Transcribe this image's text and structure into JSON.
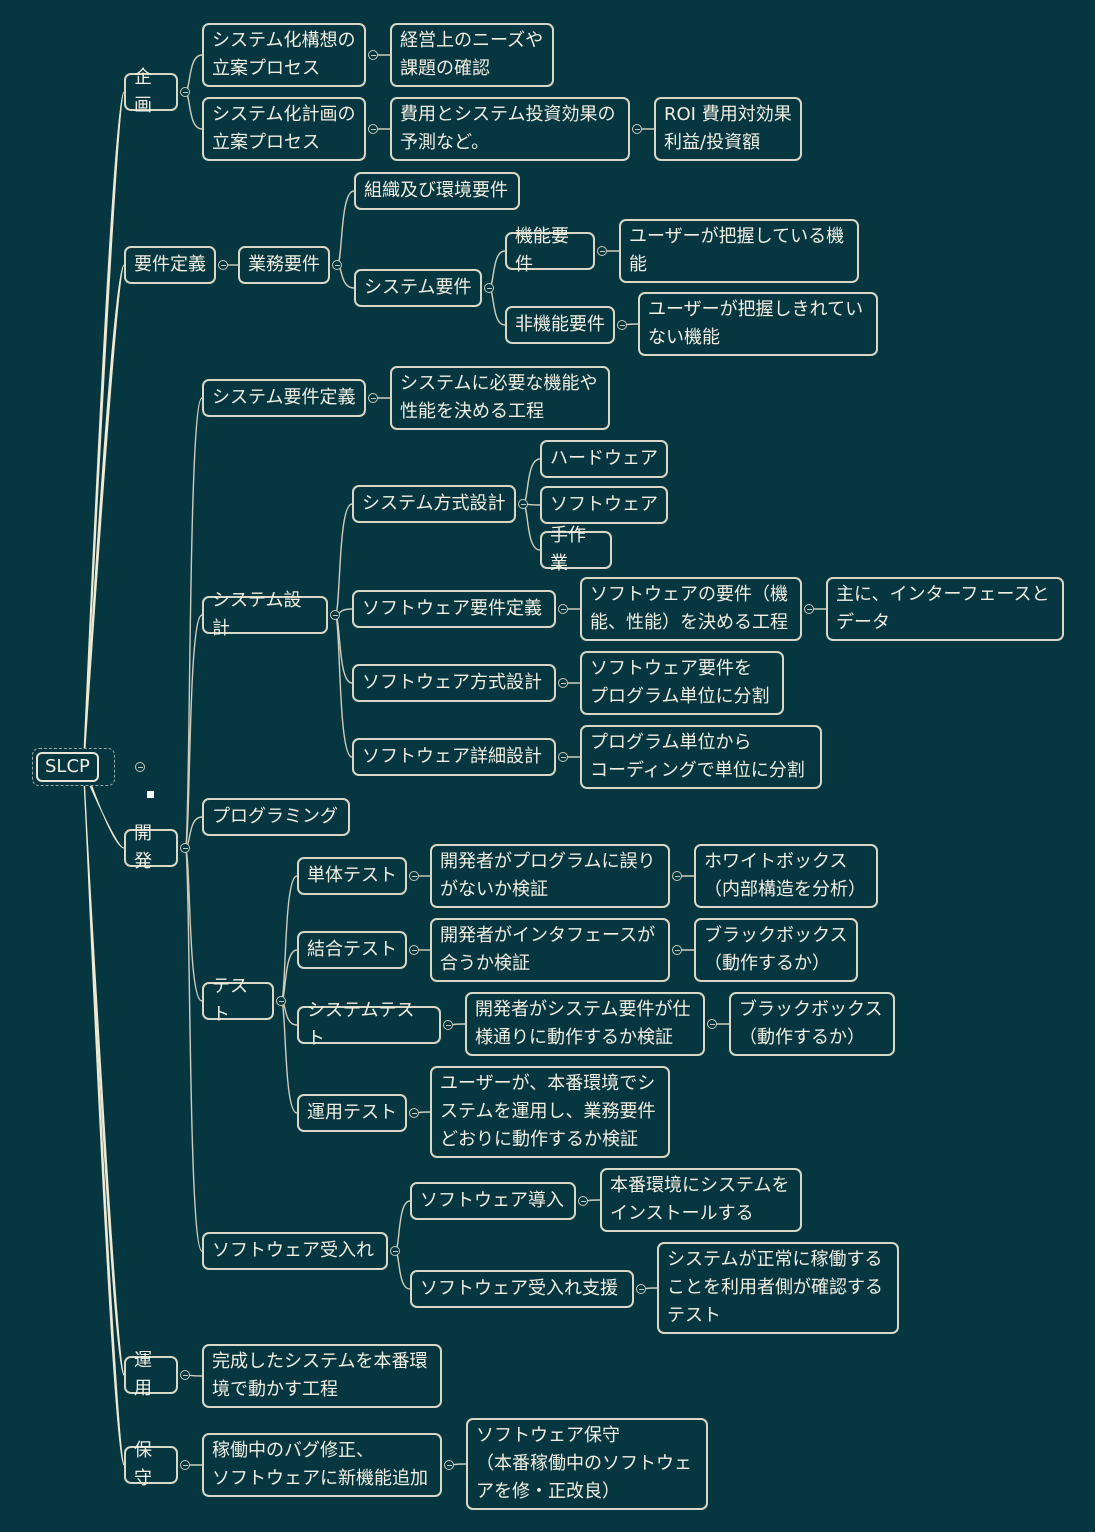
{
  "root": "SLCP",
  "nodes": [
    {
      "id": "kikaku",
      "text": "企画"
    },
    {
      "id": "k1",
      "text": "システム化構想の\n立案プロセス"
    },
    {
      "id": "k1a",
      "text": "経営上のニーズや\n課題の確認"
    },
    {
      "id": "k2",
      "text": "システム化計画の\n立案プロセス"
    },
    {
      "id": "k2a",
      "text": "費用とシステム投資効果の\n予測など。"
    },
    {
      "id": "k2b",
      "text": "ROI 費用対効果\n利益/投資額"
    },
    {
      "id": "youken",
      "text": "要件定義"
    },
    {
      "id": "gyomu",
      "text": "業務要件"
    },
    {
      "id": "soshiki",
      "text": "組織及び環境要件"
    },
    {
      "id": "sysyoken",
      "text": "システム要件"
    },
    {
      "id": "kino",
      "text": "機能要件"
    },
    {
      "id": "kinoa",
      "text": "ユーザーが把握している機\n能"
    },
    {
      "id": "hikino",
      "text": "非機能要件"
    },
    {
      "id": "hikinoa",
      "text": "ユーザーが把握しきれてい\nない機能"
    },
    {
      "id": "kaihatsu",
      "text": "開発"
    },
    {
      "id": "syt",
      "text": "システム要件定義"
    },
    {
      "id": "syta",
      "text": "システムに必要な機能や\n性能を決める工程"
    },
    {
      "id": "sysd",
      "text": "システム設計"
    },
    {
      "id": "hoshiki",
      "text": "システム方式設計"
    },
    {
      "id": "hw",
      "text": "ハードウェア"
    },
    {
      "id": "sw",
      "text": "ソフトウェア"
    },
    {
      "id": "manual",
      "text": "手作業"
    },
    {
      "id": "swreq",
      "text": "ソフトウェア要件定義"
    },
    {
      "id": "swreqa",
      "text": "ソフトウェアの要件（機\n能、性能）を決める工程"
    },
    {
      "id": "swreqb",
      "text": "主に、インターフェースと\nデータ"
    },
    {
      "id": "swarch",
      "text": "ソフトウェア方式設計"
    },
    {
      "id": "swarcha",
      "text": "ソフトウェア要件を\nプログラム単位に分割"
    },
    {
      "id": "swdet",
      "text": "ソフトウェア詳細設計"
    },
    {
      "id": "swdeta",
      "text": "プログラム単位から\nコーディングで単位に分割"
    },
    {
      "id": "prog",
      "text": "プログラミング"
    },
    {
      "id": "test",
      "text": "テスト"
    },
    {
      "id": "unit",
      "text": "単体テスト"
    },
    {
      "id": "unita",
      "text": "開発者がプログラムに誤り\nがないか検証"
    },
    {
      "id": "unitb",
      "text": "ホワイトボックス\n（内部構造を分析）"
    },
    {
      "id": "integ",
      "text": "結合テスト"
    },
    {
      "id": "intega",
      "text": "開発者がインタフェースが\n合うか検証"
    },
    {
      "id": "integb",
      "text": "ブラックボックス\n（動作するか）"
    },
    {
      "id": "systest",
      "text": "システムテスト"
    },
    {
      "id": "systesta",
      "text": "開発者がシステム要件が仕\n様通りに動作するか検証"
    },
    {
      "id": "systestb",
      "text": "ブラックボックス\n（動作するか）"
    },
    {
      "id": "optest",
      "text": "運用テスト"
    },
    {
      "id": "optesta",
      "text": "ユーザーが、本番環境でシ\nステムを運用し、業務要件\nどおりに動作するか検証"
    },
    {
      "id": "accept",
      "text": "ソフトウェア受入れ"
    },
    {
      "id": "install",
      "text": "ソフトウェア導入"
    },
    {
      "id": "installa",
      "text": "本番環境にシステムを\nインストールする"
    },
    {
      "id": "support",
      "text": "ソフトウェア受入れ支援"
    },
    {
      "id": "supporta",
      "text": "システムが正常に稼働する\nことを利用者側が確認する\nテスト"
    },
    {
      "id": "unyo",
      "text": "運用"
    },
    {
      "id": "unyoa",
      "text": "完成したシステムを本番環\n境で動かす工程"
    },
    {
      "id": "hoshu",
      "text": "保守"
    },
    {
      "id": "hoshua",
      "text": "稼働中のバグ修正、\nソフトウェアに新機能追加"
    },
    {
      "id": "hoshub",
      "text": "ソフトウェア保守\n（本番稼働中のソフトウェ\nアを修・正改良）"
    }
  ],
  "edges": [
    [
      "root",
      "kikaku"
    ],
    [
      "kikaku",
      "k1"
    ],
    [
      "k1",
      "k1a"
    ],
    [
      "kikaku",
      "k2"
    ],
    [
      "k2",
      "k2a"
    ],
    [
      "k2a",
      "k2b"
    ],
    [
      "root",
      "youken"
    ],
    [
      "youken",
      "gyomu"
    ],
    [
      "gyomu",
      "soshiki"
    ],
    [
      "gyomu",
      "sysyoken"
    ],
    [
      "sysyoken",
      "kino"
    ],
    [
      "kino",
      "kinoa"
    ],
    [
      "sysyoken",
      "hikino"
    ],
    [
      "hikino",
      "hikinoa"
    ],
    [
      "root",
      "kaihatsu"
    ],
    [
      "kaihatsu",
      "syt"
    ],
    [
      "syt",
      "syta"
    ],
    [
      "kaihatsu",
      "sysd"
    ],
    [
      "sysd",
      "hoshiki"
    ],
    [
      "hoshiki",
      "hw"
    ],
    [
      "hoshiki",
      "sw"
    ],
    [
      "hoshiki",
      "manual"
    ],
    [
      "sysd",
      "swreq"
    ],
    [
      "swreq",
      "swreqa"
    ],
    [
      "swreqa",
      "swreqb"
    ],
    [
      "sysd",
      "swarch"
    ],
    [
      "swarch",
      "swarcha"
    ],
    [
      "sysd",
      "swdet"
    ],
    [
      "swdet",
      "swdeta"
    ],
    [
      "kaihatsu",
      "prog"
    ],
    [
      "kaihatsu",
      "test"
    ],
    [
      "test",
      "unit"
    ],
    [
      "unit",
      "unita"
    ],
    [
      "unita",
      "unitb"
    ],
    [
      "test",
      "integ"
    ],
    [
      "integ",
      "intega"
    ],
    [
      "intega",
      "integb"
    ],
    [
      "test",
      "systest"
    ],
    [
      "systest",
      "systesta"
    ],
    [
      "systesta",
      "systestb"
    ],
    [
      "test",
      "optest"
    ],
    [
      "optest",
      "optesta"
    ],
    [
      "kaihatsu",
      "accept"
    ],
    [
      "accept",
      "install"
    ],
    [
      "install",
      "installa"
    ],
    [
      "accept",
      "support"
    ],
    [
      "support",
      "supporta"
    ],
    [
      "root",
      "unyo"
    ],
    [
      "unyo",
      "unyoa"
    ],
    [
      "root",
      "hoshu"
    ],
    [
      "hoshu",
      "hoshua"
    ],
    [
      "hoshua",
      "hoshub"
    ]
  ]
}
